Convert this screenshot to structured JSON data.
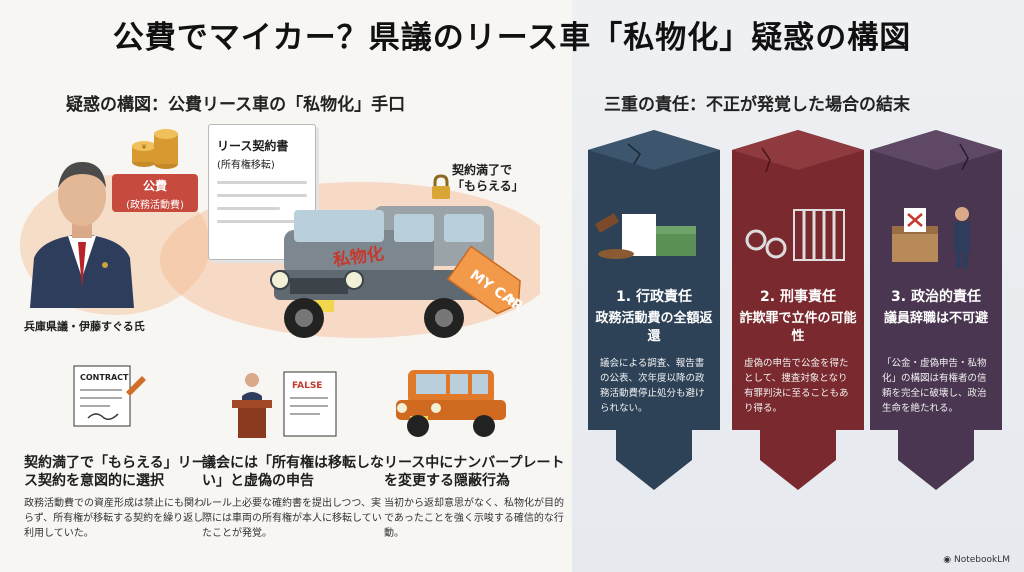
{
  "title": "公費でマイカー？県議のリース車「私物化」疑惑の構図",
  "left": {
    "section_title": "疑惑の構図：公費リース車の「私物化」手口",
    "politician_label": "兵庫県議・伊藤すぐる氏",
    "badge_main": "公費",
    "badge_sub": "(政務活動費)",
    "contract_title": "リース契約書",
    "contract_sub": "(所有権移転)",
    "lock_label_1": "契約満了で",
    "lock_label_2": "「もらえる」",
    "car_overlay_label": "私物化",
    "tag_label": "MY CAR",
    "contract_icon_label": "CONTRACT",
    "false_icon_label": "FALSE",
    "items": [
      {
        "title": "契約満了で「もらえる」リース契約を意図的に選択",
        "body": "政務活動費での資産形成は禁止にも関わらず、所有権が移転する契約を繰り返し利用していた。"
      },
      {
        "title": "議会には「所有権は移転しない」と虚偽の申告",
        "body": "ルール上必要な確約書を提出しつつ、実際には車両の所有権が本人に移転していたことが発覚。"
      },
      {
        "title": "リース中にナンバープレートを変更する隠蔽行為",
        "body": "当初から返却意思がなく、私物化が目的であったことを強く示唆する確信的な行動。"
      }
    ]
  },
  "right": {
    "section_title": "三重の責任：不正が発覚した場合の結末",
    "pillars": [
      {
        "title": "1. 行政責任",
        "subtitle": "政務活動費の全額返還",
        "body": "議会による調査、報告書の公表、次年度以降の政務活動費停止処分も避けられない。",
        "color": "#2d4257"
      },
      {
        "title": "2. 刑事責任",
        "subtitle": "詐欺罪で立件の可能性",
        "body": "虚偽の申告で公金を得たとして、捜査対象となり有罪判決に至ることもあり得る。",
        "color": "#7a2a2e"
      },
      {
        "title": "3. 政治的責任",
        "subtitle": "議員辞職は不可避",
        "body": "「公金・虚偽申告・私物化」の構図は有権者の信頼を完全に破壊し、政治生命を絶たれる。",
        "color": "#4a3650"
      }
    ]
  },
  "credit": "NotebookLM"
}
